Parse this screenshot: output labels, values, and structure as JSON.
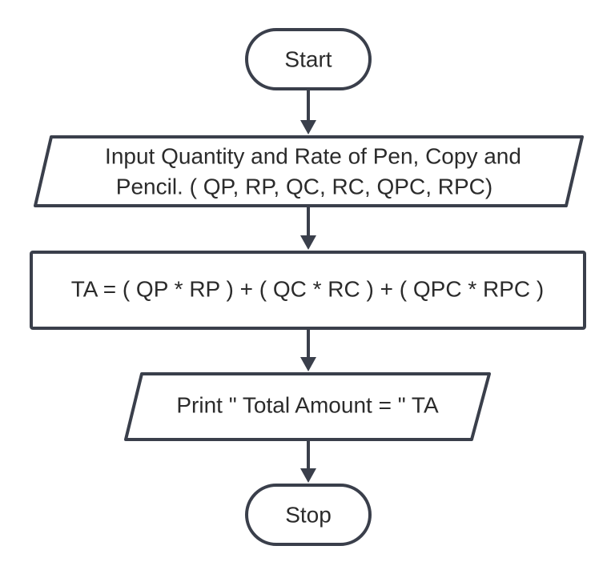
{
  "diagram": {
    "colors": {
      "stroke": "#3a3f4b",
      "fill": "#ffffff",
      "text": "#2b2b2b"
    },
    "nodes": {
      "start": {
        "shape": "terminator",
        "label": "Start"
      },
      "input": {
        "shape": "parallelogram",
        "line1": "Input Quantity and Rate of Pen, Copy and",
        "line2": "Pencil. ( QP, RP, QC, RC, QPC, RPC)"
      },
      "process": {
        "shape": "rectangle",
        "label": "TA = ( QP * RP ) + ( QC * RC ) + ( QPC * RPC )"
      },
      "output": {
        "shape": "parallelogram",
        "label": "Print \" Total Amount = \" TA"
      },
      "stop": {
        "shape": "terminator",
        "label": "Stop"
      }
    },
    "edges": [
      {
        "from": "start",
        "to": "input"
      },
      {
        "from": "input",
        "to": "process"
      },
      {
        "from": "process",
        "to": "output"
      },
      {
        "from": "output",
        "to": "stop"
      }
    ]
  }
}
